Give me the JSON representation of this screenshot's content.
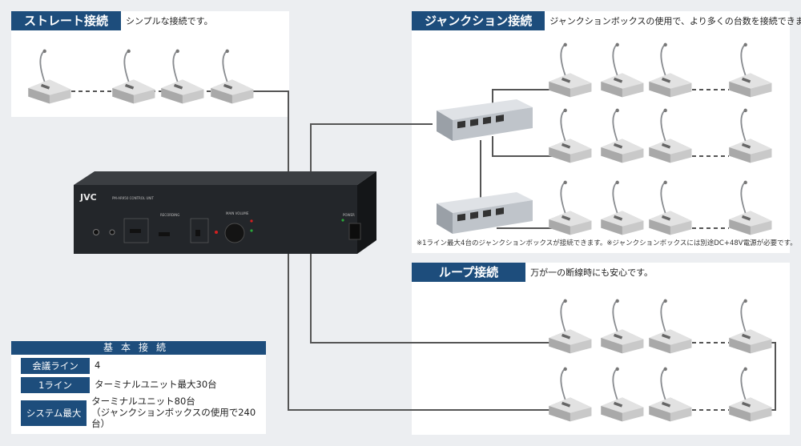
{
  "straight": {
    "title": "ストレート接続",
    "desc": "シンプルな接続です。"
  },
  "junction": {
    "title": "ジャンクション接続",
    "desc": "ジャンクションボックスの使用で、より多くの台数を接続できます。"
  },
  "junction_note": "※1ライン最大4台のジャンクションボックスが接続できます。※ジャンクションボックスには別途DC+48V電源が必要です。",
  "loop": {
    "title": "ループ接続",
    "desc": "万が一の断線時にも安心です。"
  },
  "unit": {
    "brand": "JVC",
    "model": "PM-AR950  CONTROL UNIT",
    "recording": "RECORDING",
    "main_volume": "MAIN VOLUME",
    "power": "POWER"
  },
  "spec": {
    "title": "基本接続",
    "rows": [
      {
        "key": "会議ライン",
        "val1": "4",
        "val2": ""
      },
      {
        "key": "1ライン",
        "val1": "ターミナルユニット最大30台",
        "val2": ""
      },
      {
        "key": "システム最大",
        "val1": "ターミナルユニット80台",
        "val2": "（ジャンクションボックスの使用で240台）"
      }
    ]
  },
  "colors": {
    "accent": "#1d4d7c",
    "cable": "#555555"
  }
}
